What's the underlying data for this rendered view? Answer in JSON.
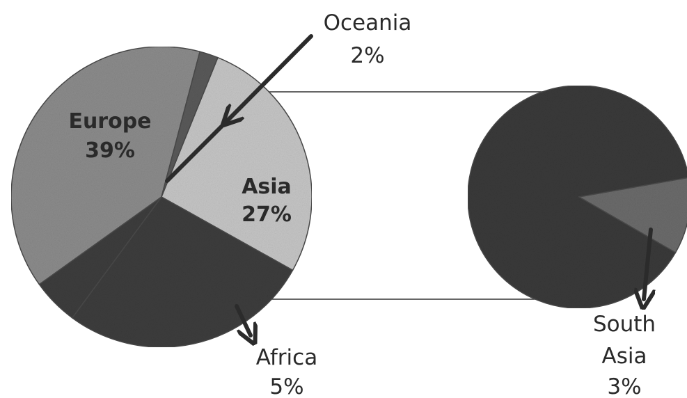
{
  "chart_data": {
    "type": "pie",
    "main_pie": {
      "slices": [
        {
          "label": "Europe",
          "value_label": "39%",
          "value": 39,
          "color": "#8c8c8c"
        },
        {
          "label": "Asia",
          "value_label": "27%",
          "value": 27,
          "color": "#c6c6c6"
        },
        {
          "label": "",
          "value_label": "",
          "value": 27,
          "color": "#3d3d3d"
        },
        {
          "label": "Oceania",
          "value_label": "2%",
          "value": 2,
          "color": "#5a5a5a"
        },
        {
          "label": "Africa",
          "value_label": "5%",
          "value": 5,
          "color": "#3d3d3d"
        }
      ]
    },
    "secondary_pie": {
      "slices": [
        {
          "label": "",
          "value_label": "",
          "value": 24,
          "color": "#3a3a3a"
        },
        {
          "label": "South Asia",
          "value_label": "3%",
          "value": 3,
          "color": "#6b6b6b"
        }
      ]
    },
    "legend": "none"
  }
}
